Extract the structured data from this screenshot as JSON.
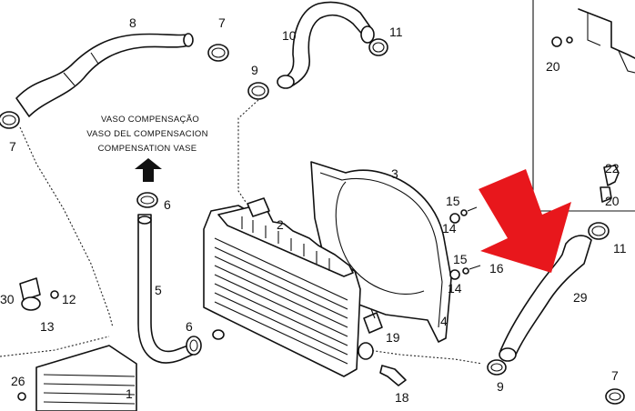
{
  "note_lines": [
    "VASO COMPENSAÇÃO",
    "VASO DEL COMPENSACION",
    "COMPENSATION VASE"
  ],
  "callouts": {
    "c1": "1",
    "c2": "2",
    "c3": "3",
    "c5": "5",
    "c6a": "6",
    "c6b": "6",
    "c7a": "7",
    "c7b": "7",
    "c7c": "7",
    "c8": "8",
    "c9a": "9",
    "c9b": "9",
    "c10": "10",
    "c11a": "11",
    "c11b": "11",
    "c12": "12",
    "c13": "13",
    "c14a": "14",
    "c14b": "14",
    "c15a": "15",
    "c15b": "15",
    "c16": "16",
    "c18": "18",
    "c19": "19",
    "c20a": "20",
    "c20b": "20",
    "c22": "22",
    "c26": "26",
    "c29": "29",
    "c30": "30",
    "c4": "4"
  },
  "highlight_color": "#e8171c"
}
